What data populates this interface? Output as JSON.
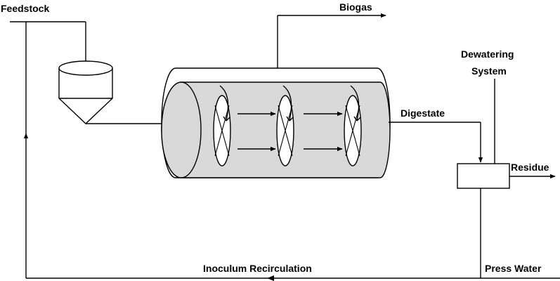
{
  "labels": {
    "feedstock": "Feedstock",
    "biogas": "Biogas",
    "dewatering_line1": "Dewatering",
    "dewatering_line2": "System",
    "digestate": "Digestate",
    "residue": "Residue",
    "inoculum_recirculation": "Inoculum Recirculation",
    "press_water": "Press Water"
  },
  "colors": {
    "line": "#000000",
    "reactor_fill": "#d9d9d9",
    "background": "#ffffff"
  }
}
